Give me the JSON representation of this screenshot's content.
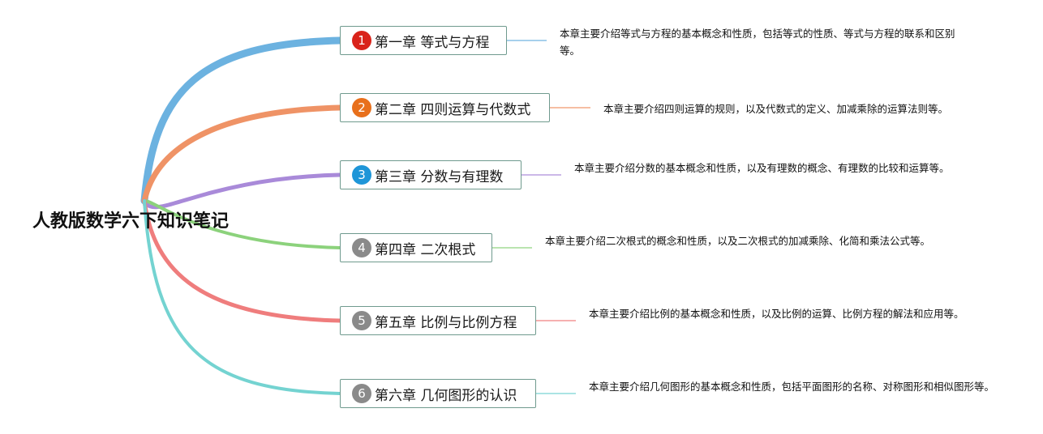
{
  "root": {
    "title": "人教版数学六下知识笔记"
  },
  "branches": [
    {
      "number": "1",
      "label": "第一章 等式与方程",
      "description": "本章主要介绍等式与方程的基本概念和性质，包括等式的性质、等式与方程的联系和区别等。",
      "branch_color": "#6cb2e0",
      "badge_color": "#d9231a"
    },
    {
      "number": "2",
      "label": "第二章 四则运算与代数式",
      "description": "本章主要介绍四则运算的规则，以及代数式的定义、加减乘除的运算法则等。",
      "branch_color": "#ef9366",
      "badge_color": "#e8701c"
    },
    {
      "number": "3",
      "label": "第三章 分数与有理数",
      "description": "本章主要介绍分数的基本概念和性质，以及有理数的概念、有理数的比较和运算等。",
      "branch_color": "#a98ad9",
      "badge_color": "#1e96d8"
    },
    {
      "number": "4",
      "label": "第四章 二次根式",
      "description": "本章主要介绍二次根式的概念和性质，以及二次根式的加减乘除、化简和乘法公式等。",
      "branch_color": "#8cd27c",
      "badge_color": "#8a8a8a"
    },
    {
      "number": "5",
      "label": "第五章 比例与比例方程",
      "description": "本章主要介绍比例的基本概念和性质，以及比例的运算、比例方程的解法和应用等。",
      "branch_color": "#ef7d7d",
      "badge_color": "#8a8a8a"
    },
    {
      "number": "6",
      "label": "第六章 几何图形的认识",
      "description": "本章主要介绍几何图形的基本概念和性质，包括平面图形的名称、对称图形和相似图形等。",
      "branch_color": "#74d3d1",
      "badge_color": "#8a8a8a"
    }
  ]
}
